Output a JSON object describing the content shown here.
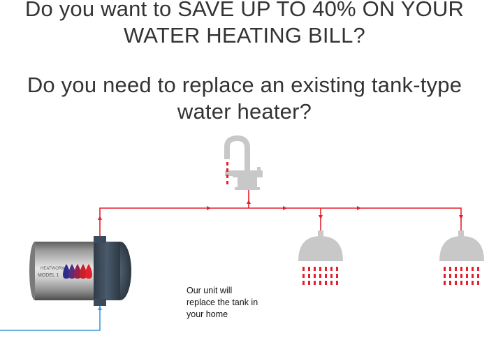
{
  "headline": {
    "line1": "Do you want to SAVE UP TO 40% ON YOUR",
    "line2": "WATER HEATING BILL?"
  },
  "question": {
    "line1": "Do you need to replace an existing tank-type",
    "line2": "water heater?"
  },
  "heater_label": {
    "brand": "HEATWORKS",
    "model": "MODEL 1"
  },
  "caption": {
    "line1": "Our unit will",
    "line2": "replace the tank in",
    "line3": "your home"
  },
  "colors": {
    "hot_water": "#e4202c",
    "cold_water": "#3a9ad9",
    "fixture_gray": "#c8c8c8",
    "heater_body": "#9a9a9a",
    "heater_cap": "#3c4b5c"
  },
  "icons": {
    "faucet": "faucet-icon",
    "shower_1": "shower-head-icon",
    "shower_2": "shower-head-icon",
    "heater": "water-heater-icon"
  }
}
